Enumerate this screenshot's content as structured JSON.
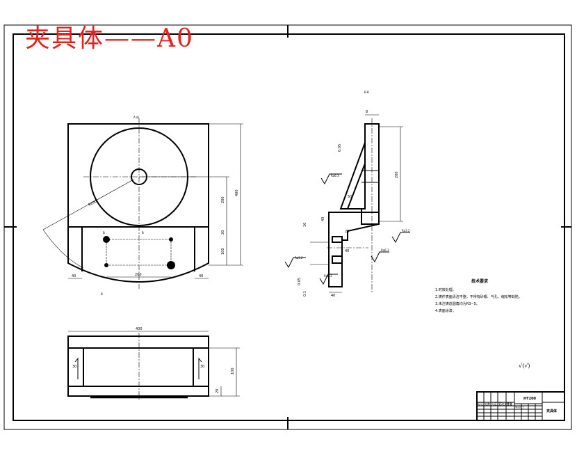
{
  "title_stamp": "夹具体——A0",
  "view_labels": {
    "top": "A 向",
    "section": "B-B",
    "b_mark_left": "B",
    "b_mark_right": "B",
    "bottom_mark": "B"
  },
  "dimensions": {
    "top_right_total": "400",
    "top_right_mid": "200",
    "top_right_small": "20",
    "top_right_lower": "100",
    "bottom_left": "40",
    "bottom_center": "200",
    "bottom_right": "40",
    "radius": "R200",
    "front_width": "400",
    "front_inner": "30",
    "front_height": "100",
    "front_small": "20",
    "sec_top": "8",
    "sec_height": "200",
    "sec_width": "40",
    "sec_a": "50",
    "sec_b": "20",
    "sec_c": "40",
    "sec_left": "40",
    "sec_d": "10",
    "sec_tol1": "0.05",
    "sec_tol2": "0.05",
    "sec_tol3": "0.1"
  },
  "roughness": {
    "r1": "Ra6.3",
    "r2": "Ra3.2",
    "r3": "Ra6.3",
    "r4": "Ra3.2",
    "r5": "Ra6.3",
    "corner": "√(√)"
  },
  "tech_requirements": {
    "heading": "技术要求",
    "items": [
      "1.时效处理。",
      "2.铸件表面清洁平整，不得有砂眼、气孔、缩松等缺陷。",
      "3.未注铸造圆角均为R3~5。",
      "4.表面涂漆。"
    ]
  },
  "title_block": {
    "material": "HT200",
    "part_name": "夹具体",
    "rows": [
      "标记",
      "处数",
      "分区",
      "更改文件号",
      "签名",
      "年月日"
    ]
  },
  "colors": {
    "stamp": "#e8201c",
    "line": "#000000",
    "paper": "#ffffff"
  }
}
